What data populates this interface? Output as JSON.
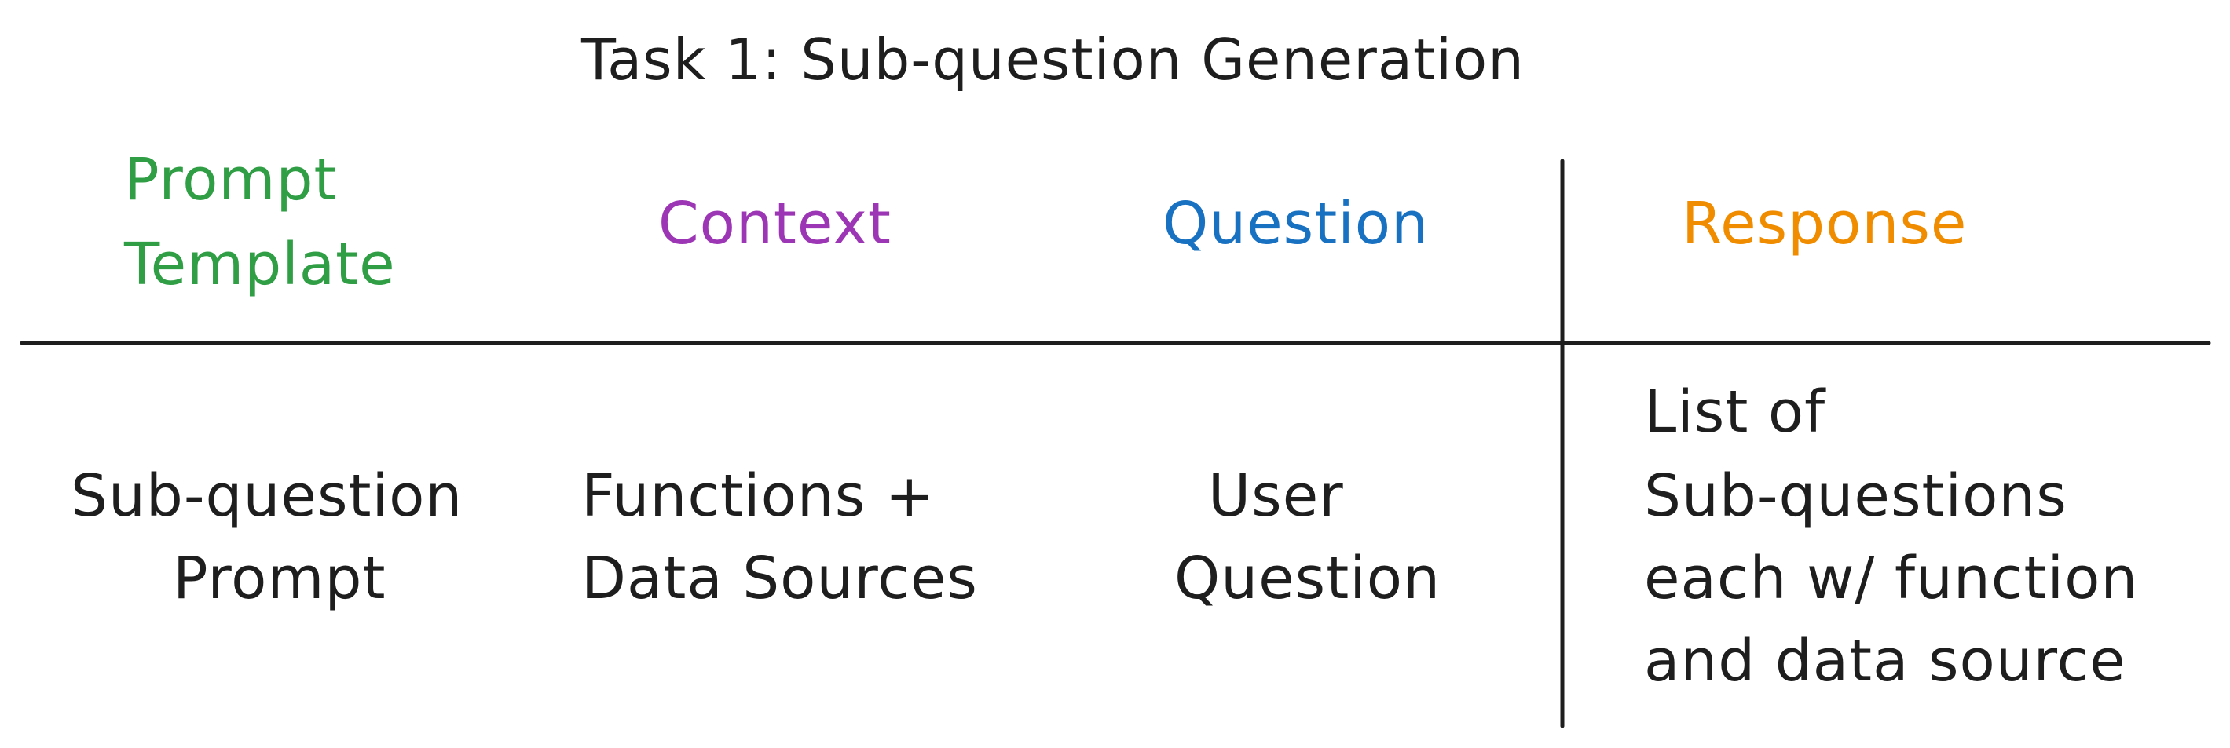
{
  "title": "Task 1: Sub-question Generation",
  "headers": {
    "prompt_template": {
      "line1": "Prompt",
      "line2": "Template",
      "color": "#2f9e44"
    },
    "context": {
      "label": "Context",
      "color": "#9c36b5"
    },
    "question": {
      "label": "Question",
      "color": "#1971c2"
    },
    "response": {
      "label": "Response",
      "color": "#f08c00"
    }
  },
  "row": {
    "prompt_template": {
      "line1": "Sub-question",
      "line2": "Prompt"
    },
    "context": {
      "line1": "Functions +",
      "line2": "Data Sources"
    },
    "question": {
      "line1": "User",
      "line2": "Question"
    },
    "response": {
      "line1": "List of",
      "line2": "Sub-questions",
      "line3": "each w/ function",
      "line4": "and data source"
    }
  },
  "line_color": "#1e1e1e",
  "text_color": "#1e1e1e"
}
